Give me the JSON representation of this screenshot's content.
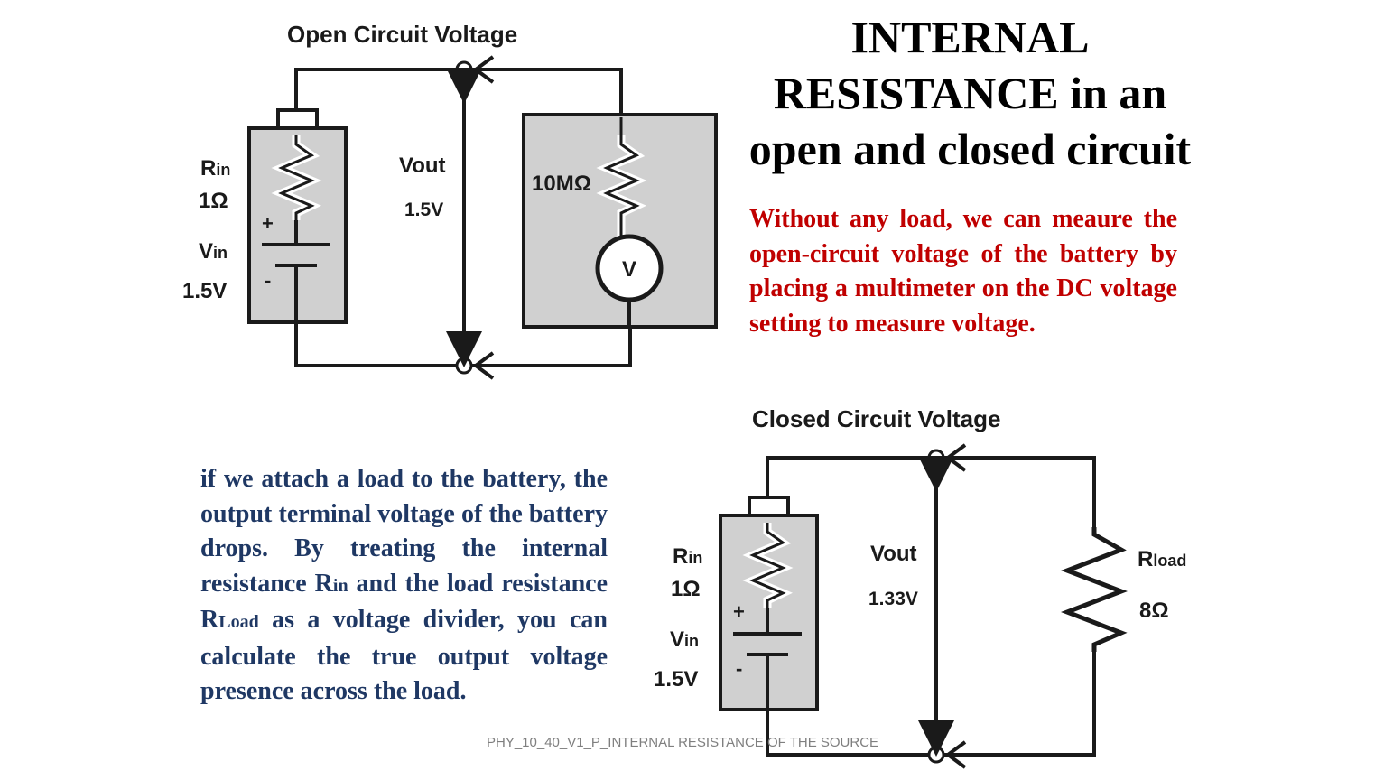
{
  "title": {
    "line1": "INTERNAL",
    "line2": "RESISTANCE in an",
    "line3": "open and closed circuit"
  },
  "open_circuit": {
    "heading": "Open Circuit Voltage",
    "rin_label": "R",
    "rin_sub": "in",
    "rin_value": "1Ω",
    "vin_label": "V",
    "vin_sub": "in",
    "vin_value": "1.5V",
    "plus": "+",
    "minus": "-",
    "vout_label": "Vout",
    "vout_value": "1.5V",
    "meter_resistance": "10MΩ",
    "meter_symbol": "V"
  },
  "closed_circuit": {
    "heading": "Closed Circuit Voltage",
    "rin_label": "R",
    "rin_sub": "in",
    "rin_value": "1Ω",
    "vin_label": "V",
    "vin_sub": "in",
    "vin_value": "1.5V",
    "plus": "+",
    "minus": "-",
    "vout_label": "Vout",
    "vout_value": "1.33V",
    "rload_label": "R",
    "rload_sub": "load",
    "rload_value": "8Ω"
  },
  "explanation_open": "Without any load, we can meaure the open-circuit voltage of the battery by placing a multimeter on the DC voltage setting to measure voltage.",
  "explanation_closed": {
    "part1": "if we attach a load to the battery, the output terminal voltage of the battery drops. By treating the internal resistance R",
    "sub1": "in",
    "part2": " and the load resistance R",
    "sub2": "Load",
    "part3": " as a voltage divider, you can calculate the true output voltage presence across the load."
  },
  "footer": "PHY_10_40_V1_P_INTERNAL RESISTANCE OF THE SOURCE",
  "colors": {
    "title": "#000000",
    "red_text": "#c00000",
    "blue_text": "#1f3864",
    "box_fill": "#d0d0d0",
    "wire": "#1a1a1a"
  }
}
